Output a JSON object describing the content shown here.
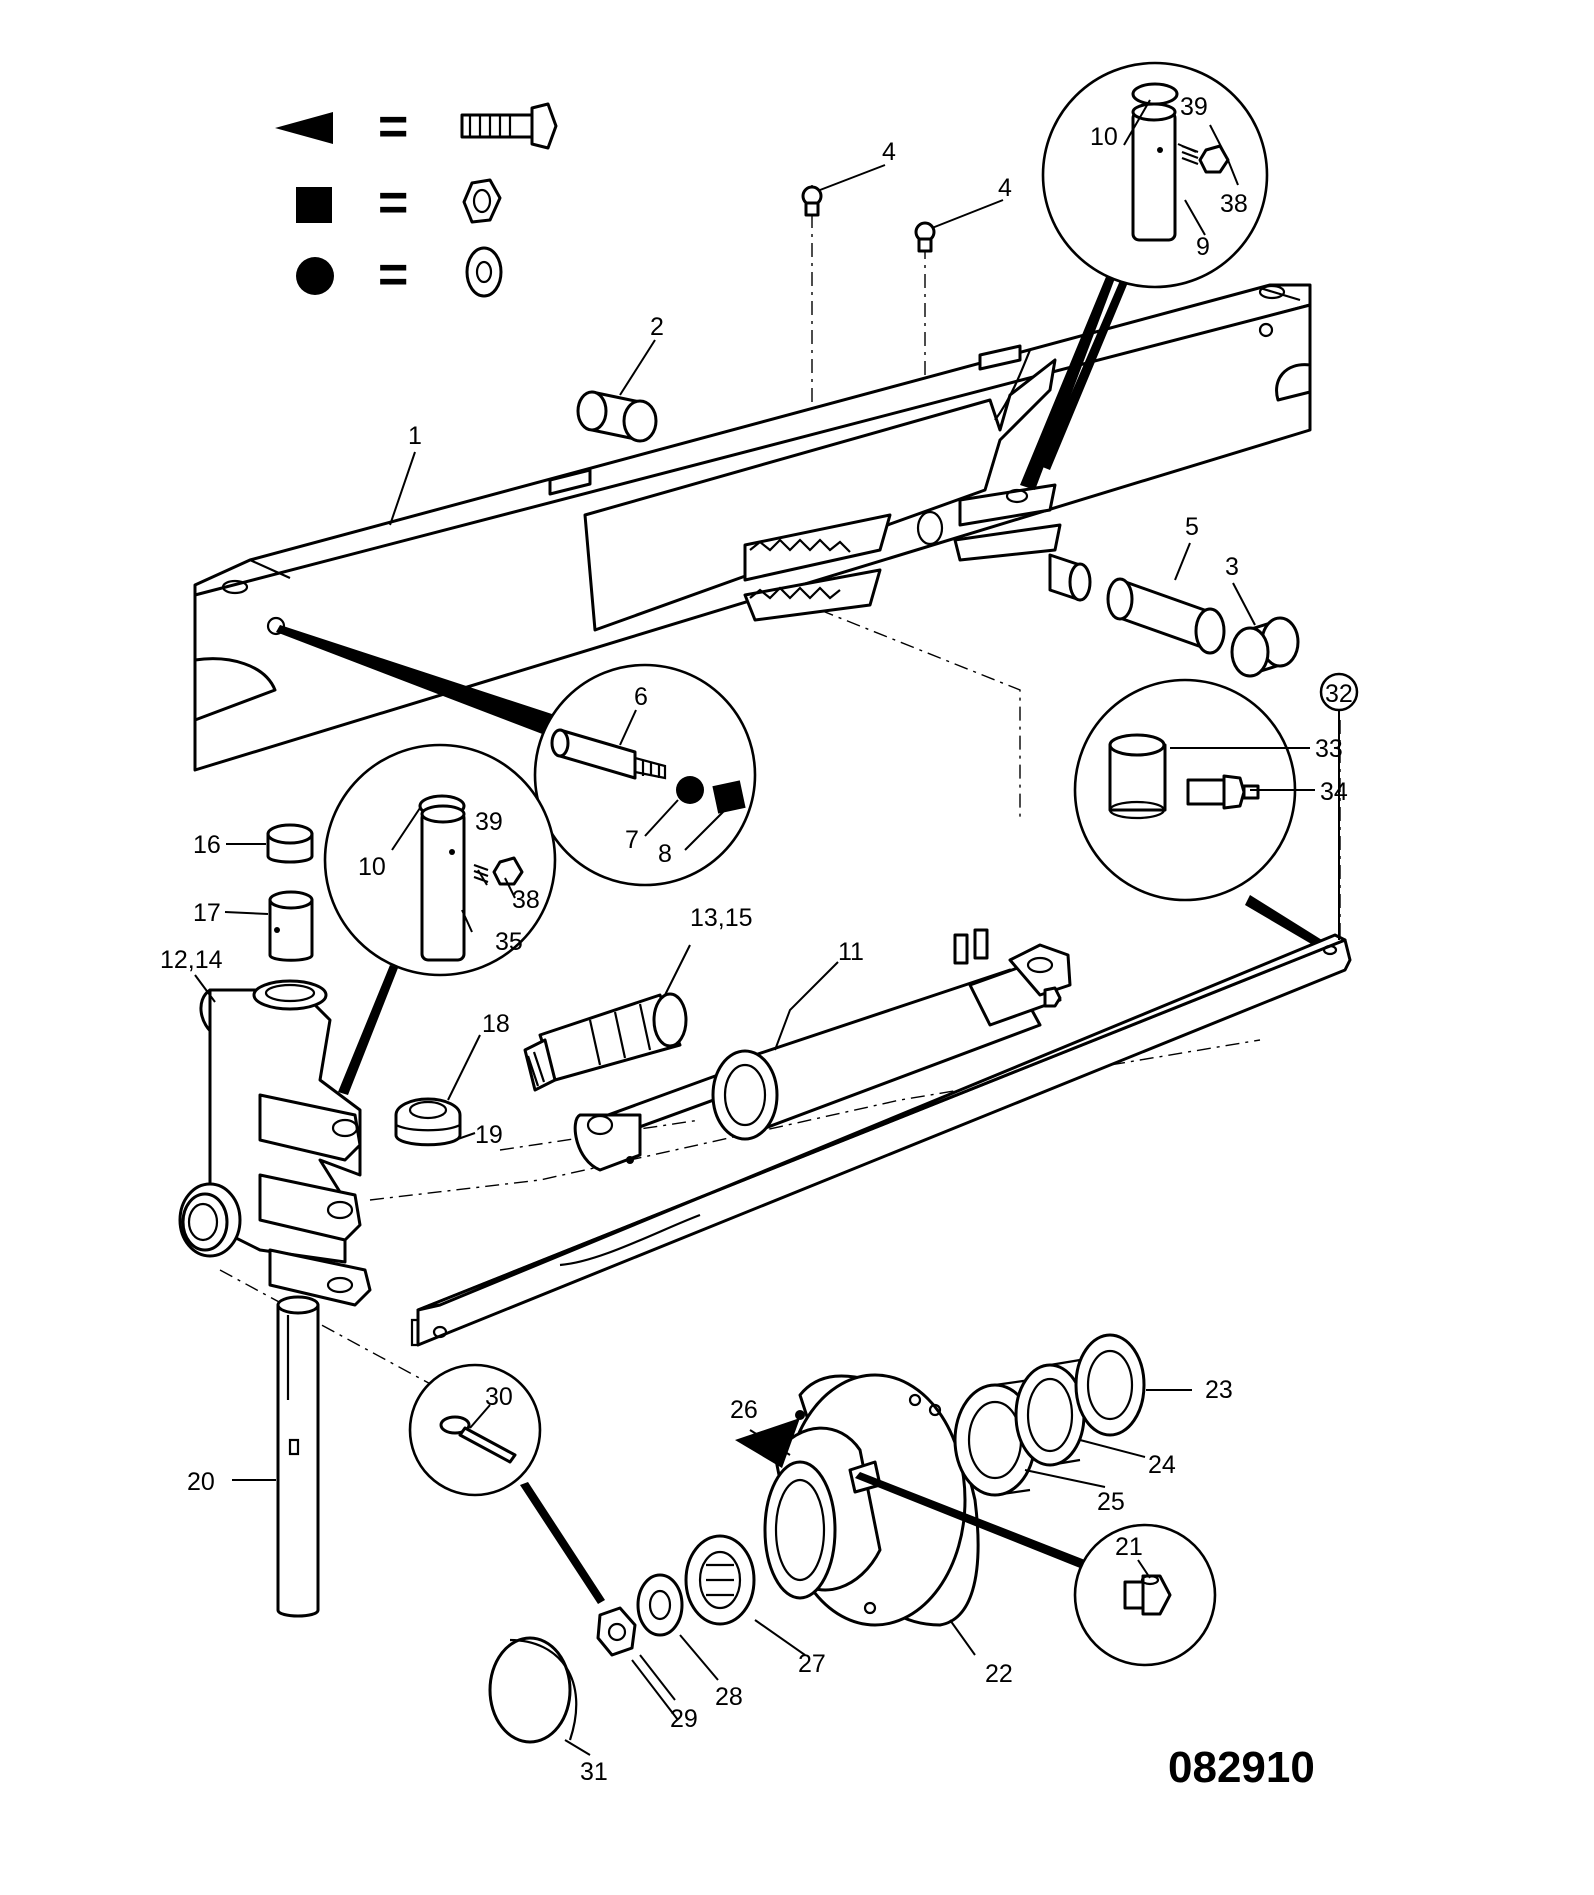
{
  "drawing_number": "082910",
  "legend": {
    "eq1": "=",
    "eq2": "=",
    "eq3": "="
  },
  "callouts": {
    "c1": "1",
    "c2": "2",
    "c3": "3",
    "c4a": "4",
    "c4b": "4",
    "c5": "5",
    "c6": "6",
    "c7": "7",
    "c8": "8",
    "c9": "9",
    "c10a": "10",
    "c10b": "10",
    "c11": "11",
    "c12_14": "12,14",
    "c13_15": "13,15",
    "c16": "16",
    "c17": "17",
    "c18": "18",
    "c19": "19",
    "c20": "20",
    "c21": "21",
    "c22": "22",
    "c23": "23",
    "c24": "24",
    "c25": "25",
    "c26": "26",
    "c27": "27",
    "c28": "28",
    "c29": "29",
    "c30": "30",
    "c31": "31",
    "c32": "32",
    "c33": "33",
    "c34": "34",
    "c35": "35",
    "c38a": "38",
    "c38b": "38",
    "c39a": "39",
    "c39b": "39"
  }
}
